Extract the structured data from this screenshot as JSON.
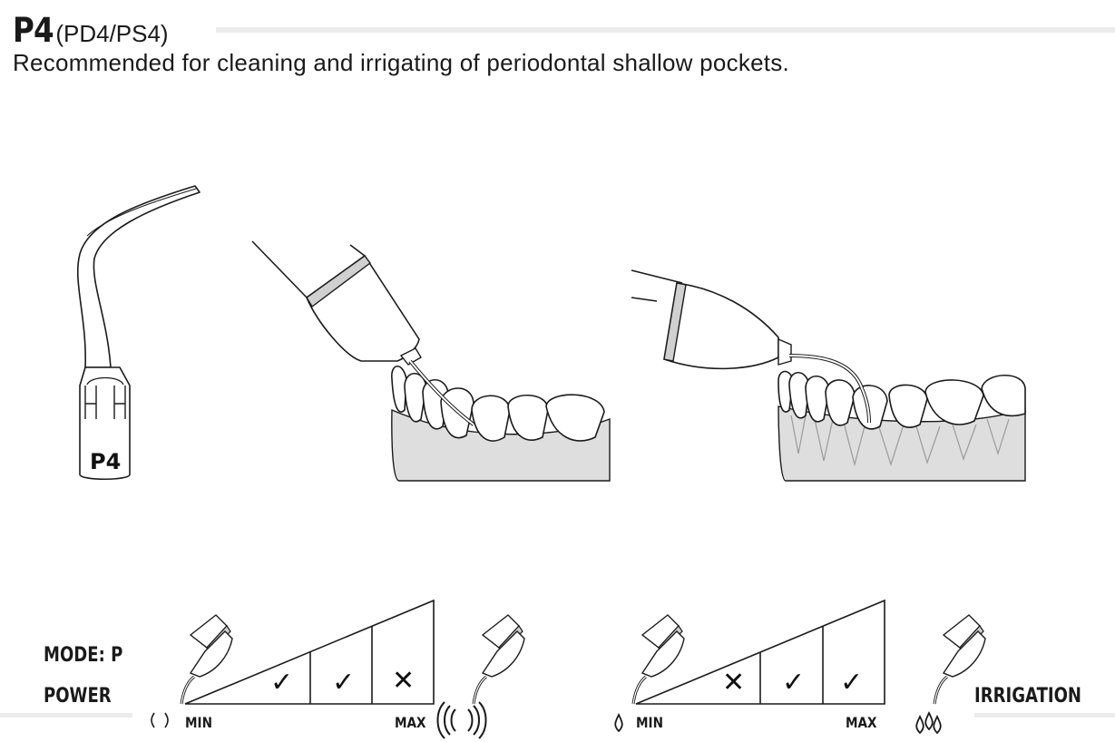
{
  "header": {
    "code": "P4",
    "variants": "(PD4/PS4)",
    "description": "Recommended for cleaning and irrigating of periodontal shallow pockets."
  },
  "tip_label": "P4",
  "power_scale": {
    "mode_label": "MODE: P",
    "label": "POWER",
    "min_label": "MIN",
    "max_label": "MAX",
    "cells": [
      {
        "level": "low",
        "mark": "✓",
        "suitable": true
      },
      {
        "level": "medium",
        "mark": "✓",
        "suitable": true
      },
      {
        "level": "high",
        "mark": "✕",
        "suitable": false
      }
    ]
  },
  "irrigation_scale": {
    "label": "IRRIGATION",
    "min_label": "MIN",
    "max_label": "MAX",
    "cells": [
      {
        "level": "low",
        "mark": "✕",
        "suitable": false
      },
      {
        "level": "medium",
        "mark": "✓",
        "suitable": true
      },
      {
        "level": "high",
        "mark": "✓",
        "suitable": true
      }
    ]
  },
  "icons": {
    "tip": "ultrasonic-tip-icon",
    "power_low": "low-vibration-icon",
    "power_high": "high-vibration-icon",
    "water_low": "single-drop-icon",
    "water_high": "multiple-drops-icon"
  },
  "colors": {
    "ink": "#1a1a1a",
    "gum": "#dedede",
    "rule": "#ececec"
  }
}
